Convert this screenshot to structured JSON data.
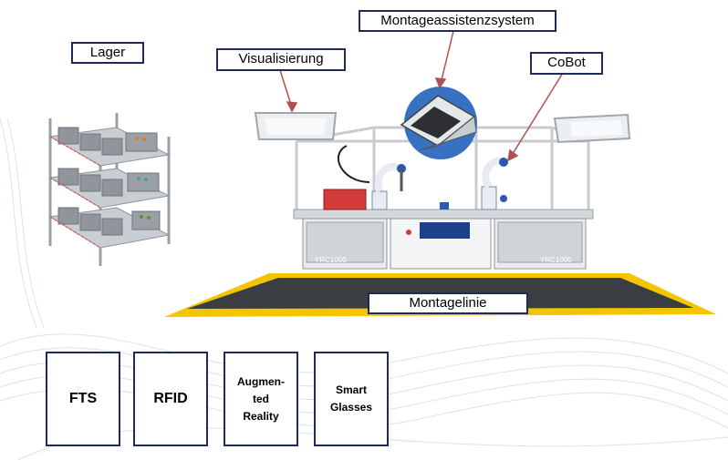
{
  "labels": {
    "lager": "Lager",
    "visualisierung": "Visualisierung",
    "montageassistenzsystem": "Montageassistenzsystem",
    "cobot": "CoBot",
    "montagelinie": "Montagelinie"
  },
  "machine_text": {
    "left_cabinet": "YRC1000",
    "right_cabinet": "YRC1000"
  },
  "technologies": [
    {
      "label": "FTS"
    },
    {
      "label": "RFID"
    },
    {
      "label": "Augmen-\nted\nReality"
    },
    {
      "label": "Smart\nGlasses"
    }
  ],
  "colors": {
    "label_border": "#1f2a5a",
    "arrow": "#b05050",
    "floor_yellow": "#f5c400",
    "floor_mat": "#3a3d42"
  }
}
